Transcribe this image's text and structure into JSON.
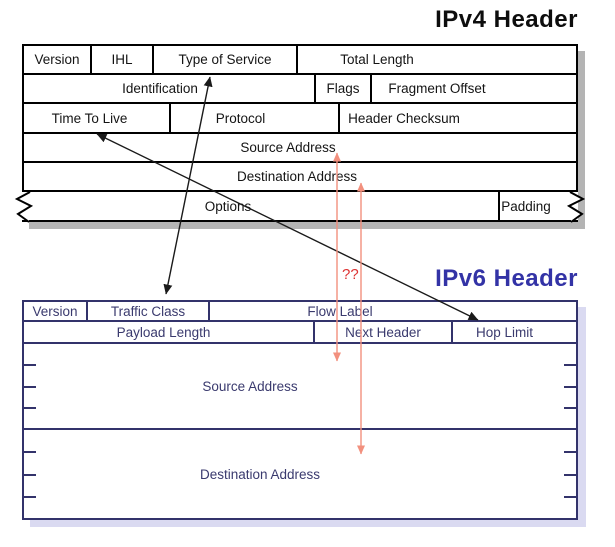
{
  "ipv4": {
    "title": "IPv4 Header",
    "fields": {
      "version": "Version",
      "ihl": "IHL",
      "type_of_service": "Type of Service",
      "total_length": "Total Length",
      "identification": "Identification",
      "flags": "Flags",
      "fragment_offset": "Fragment Offset",
      "time_to_live": "Time To Live",
      "protocol": "Protocol",
      "header_checksum": "Header Checksum",
      "source_address": "Source Address",
      "destination_address": "Destination Address",
      "options": "Options",
      "padding": "Padding"
    }
  },
  "ipv6": {
    "title": "IPv6 Header",
    "fields": {
      "version": "Version",
      "traffic_class": "Traffic Class",
      "flow_label": "Flow Label",
      "payload_length": "Payload Length",
      "next_header": "Next Header",
      "hop_limit": "Hop Limit",
      "source_address": "Source Address",
      "destination_address": "Destination Address"
    }
  },
  "annotations": {
    "uncertain_mapping": "??"
  },
  "arrows": [
    {
      "from": "IPv4 Type of Service",
      "to": "IPv6 Traffic Class",
      "style": "black-double-headed"
    },
    {
      "from": "IPv4 Time To Live",
      "to": "IPv6 Hop Limit",
      "style": "black-double-headed"
    },
    {
      "from": "IPv4 Source Address",
      "to": "IPv6 Source Address",
      "style": "salmon-double-headed"
    },
    {
      "from": "IPv4 Destination Address",
      "to": "IPv6 Destination Address",
      "style": "salmon-double-headed"
    }
  ],
  "colors": {
    "ipv4_border": "#000000",
    "ipv4_shadow": "#b4b4b4",
    "ipv6_border": "#33336b",
    "ipv6_text": "#3a3a6e",
    "ipv6_title": "#3333a6",
    "ipv6_shadow": "#dadaf1",
    "mapping_arrow": "#1a1a1a",
    "address_arrow": "#f2907e",
    "question_marks": "#dd3333"
  }
}
